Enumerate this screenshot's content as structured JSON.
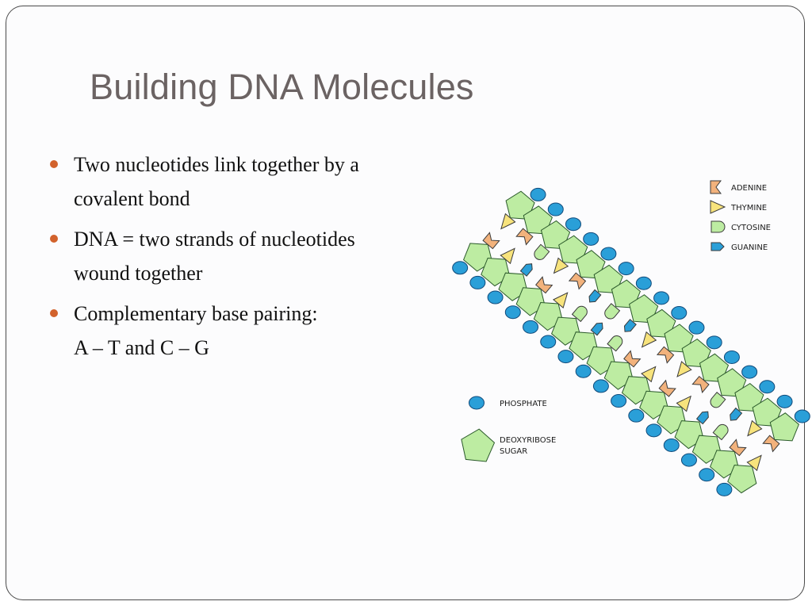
{
  "slide": {
    "title": "Building DNA Molecules",
    "bullets": [
      {
        "lines": [
          "Two nucleotides link together by a",
          "covalent bond"
        ]
      },
      {
        "lines": [
          "DNA = two strands of nucleotides",
          "wound together"
        ]
      },
      {
        "lines": [
          "Complementary base pairing:",
          "A – T and C – G"
        ]
      }
    ],
    "accent_color": "#d2622c"
  },
  "diagram": {
    "legend_bases": [
      {
        "label": "ADENINE",
        "icon": "adenine-icon",
        "color": "#f2b27c"
      },
      {
        "label": "THYMINE",
        "icon": "thymine-icon",
        "color": "#f7e37c"
      },
      {
        "label": "CYTOSINE",
        "icon": "cytosine-icon",
        "color": "#bdeca2"
      },
      {
        "label": "GUANINE",
        "icon": "guanine-icon",
        "color": "#2a9fd8"
      }
    ],
    "legend_backbone": [
      {
        "label": "PHOSPHATE",
        "icon": "phosphate-icon",
        "color": "#2a9fd8"
      },
      {
        "label": "DEOXYRIBOSE SUGAR",
        "lines": [
          "DEOXYRIBOSE",
          "SUGAR"
        ],
        "icon": "sugar-icon",
        "color": "#bdeca2"
      }
    ],
    "base_pair_sequence": [
      "A-T",
      "T-A",
      "G-C",
      "A-T",
      "T-A",
      "C-G",
      "G-C",
      "C-G",
      "A-T",
      "T-A",
      "A-T",
      "T-A",
      "G-C",
      "C-G",
      "A-T",
      "T-A"
    ]
  }
}
